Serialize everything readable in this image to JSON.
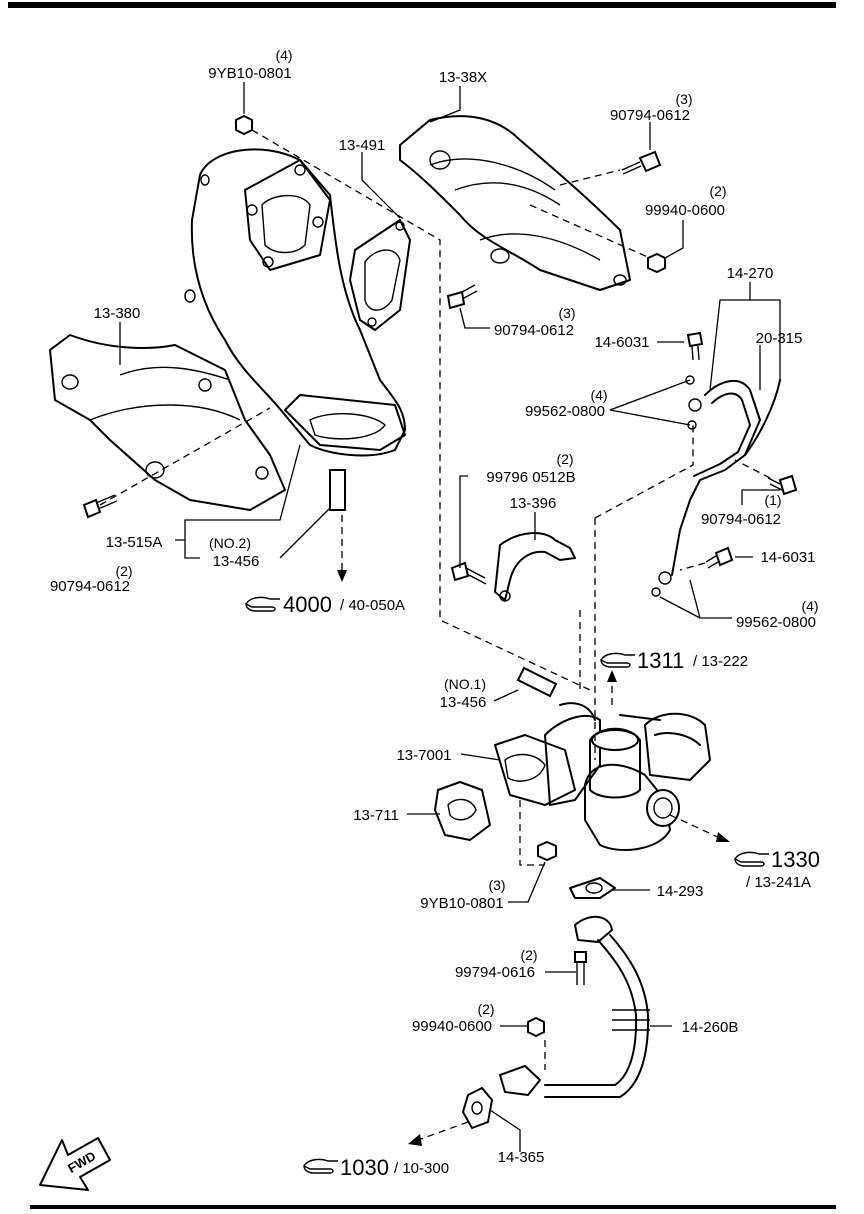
{
  "callouts": [
    {
      "id": "9yb10-0801-top",
      "part": "9YB10-0801",
      "qty": "(4)"
    },
    {
      "id": "13-38x",
      "part": "13-38X",
      "qty": ""
    },
    {
      "id": "90794-0612-a",
      "part": "90794-0612",
      "qty": "(3)"
    },
    {
      "id": "13-491",
      "part": "13-491",
      "qty": ""
    },
    {
      "id": "99940-0600-a",
      "part": "99940-0600",
      "qty": "(2)"
    },
    {
      "id": "14-270",
      "part": "14-270",
      "qty": ""
    },
    {
      "id": "13-380",
      "part": "13-380",
      "qty": ""
    },
    {
      "id": "90794-0612-b",
      "part": "90794-0612",
      "qty": "(3)"
    },
    {
      "id": "14-6031-a",
      "part": "14-6031",
      "qty": ""
    },
    {
      "id": "20-315",
      "part": "20-315",
      "qty": ""
    },
    {
      "id": "99562-0800-a",
      "part": "99562-0800",
      "qty": "(4)"
    },
    {
      "id": "99796-0512b",
      "part": "99796 0512B",
      "qty": "(2)"
    },
    {
      "id": "13-396",
      "part": "13-396",
      "qty": ""
    },
    {
      "id": "90794-0612-c",
      "part": "90794-0612",
      "qty": "(1)"
    },
    {
      "id": "13-515a",
      "part": "13-515A",
      "qty": ""
    },
    {
      "id": "13-456-no2",
      "part": "13-456",
      "qty": "(NO.2)"
    },
    {
      "id": "90794-0612-d",
      "part": "90794-0612",
      "qty": "(2)"
    },
    {
      "id": "14-6031-b",
      "part": "14-6031",
      "qty": ""
    },
    {
      "id": "99562-0800-b",
      "part": "99562-0800",
      "qty": "(4)"
    },
    {
      "id": "13-456-no1",
      "part": "13-456",
      "qty": "(NO.1)"
    },
    {
      "id": "13-7001",
      "part": "13-7001",
      "qty": ""
    },
    {
      "id": "13-711",
      "part": "13-711",
      "qty": ""
    },
    {
      "id": "9yb10-0801-bottom",
      "part": "9YB10-0801",
      "qty": "(3)"
    },
    {
      "id": "14-293",
      "part": "14-293",
      "qty": ""
    },
    {
      "id": "99794-0616",
      "part": "99794-0616",
      "qty": "(2)"
    },
    {
      "id": "99940-0600-b",
      "part": "99940-0600",
      "qty": "(2)"
    },
    {
      "id": "14-260b",
      "part": "14-260B",
      "qty": ""
    },
    {
      "id": "14-365",
      "part": "14-365",
      "qty": ""
    }
  ],
  "references": [
    {
      "id": "ref-4000",
      "major": "4000",
      "minor": "/ 40-050A"
    },
    {
      "id": "ref-1311",
      "major": "1311",
      "minor": "/ 13-222"
    },
    {
      "id": "ref-1330",
      "major": "1330",
      "minor": "/ 13-241A"
    },
    {
      "id": "ref-1030",
      "major": "1030",
      "minor": "/ 10-300"
    }
  ],
  "direction": {
    "label": "FWD"
  }
}
